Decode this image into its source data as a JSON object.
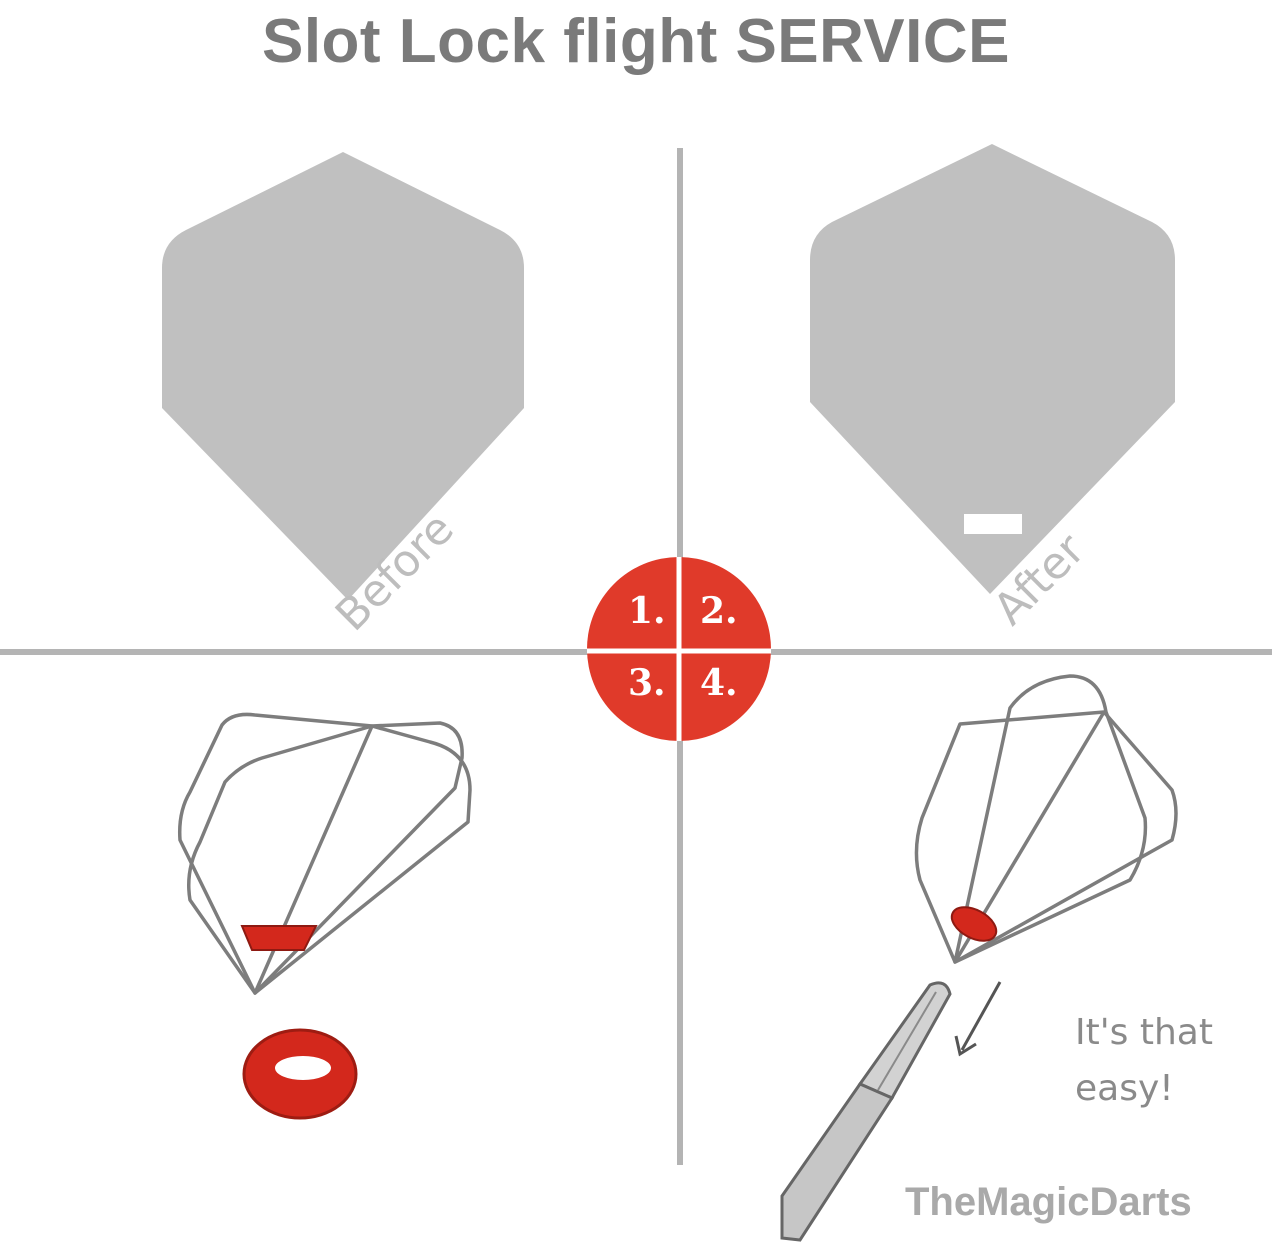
{
  "title": "Slot Lock flight SERVICE",
  "labels": {
    "before": "Before",
    "after": "After"
  },
  "steps": [
    "1.",
    "2.",
    "3.",
    "4."
  ],
  "caption": {
    "line1": "It's that",
    "line2": "easy!"
  },
  "watermark": "TheMagicDarts",
  "colors": {
    "flight": "#c0c0c0",
    "divider": "#b4b4b4",
    "accent": "#e03a2a",
    "outline": "#7d7d7d"
  }
}
